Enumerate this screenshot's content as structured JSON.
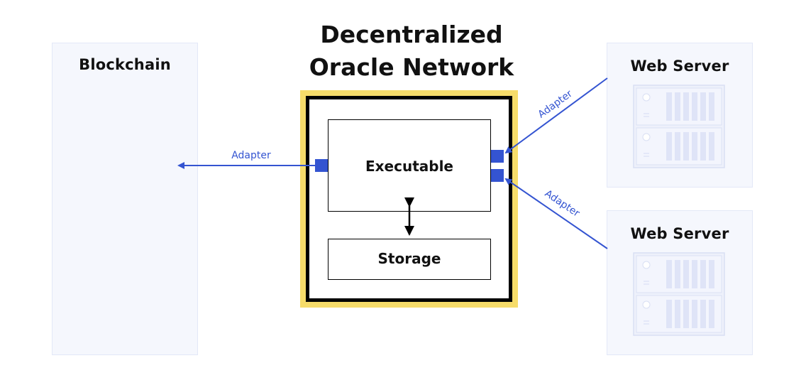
{
  "title": {
    "line1": "Decentralized",
    "line2": "Oracle Network"
  },
  "blockchain": {
    "label": "Blockchain"
  },
  "executable": {
    "label": "Executable"
  },
  "storage": {
    "label": "Storage"
  },
  "web_servers": [
    {
      "label": "Web Server"
    },
    {
      "label": "Web Server"
    }
  ],
  "adapters": {
    "left": "Adapter",
    "top_right": "Adapter",
    "bottom_right": "Adapter"
  },
  "colors": {
    "accent": "#3454d1",
    "highlight": "#f6dc6a",
    "panel": "#f5f7fd"
  },
  "icons": {
    "server": "server-icon"
  }
}
